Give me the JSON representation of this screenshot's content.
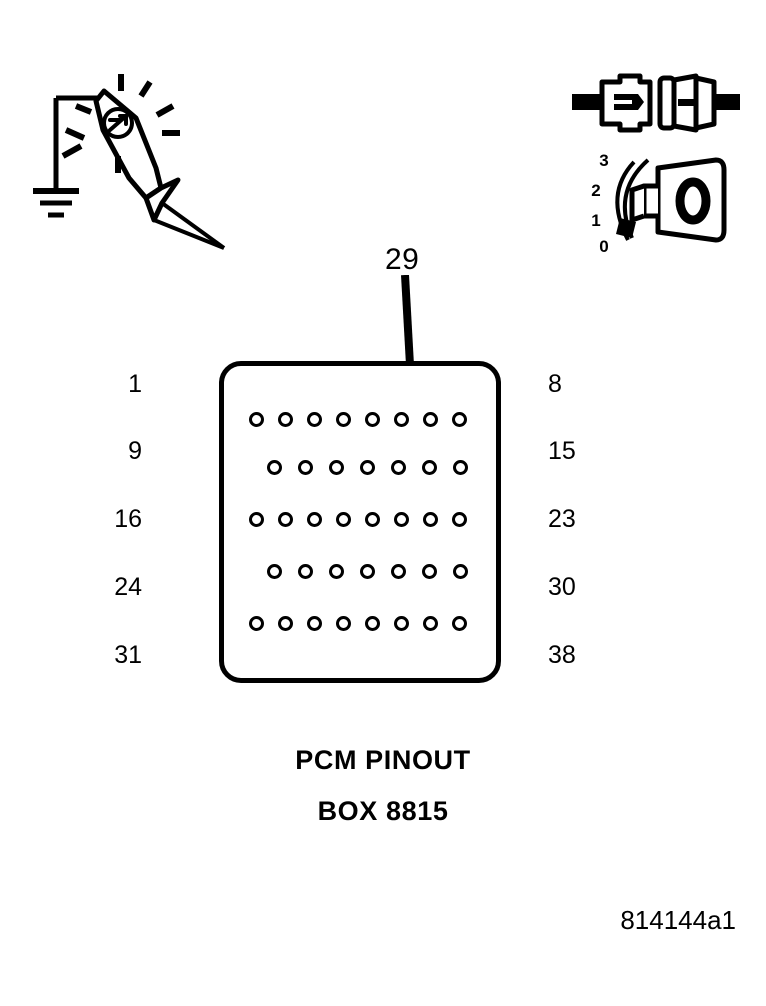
{
  "figure": {
    "id_label": "814144a1",
    "caption_title": "PCM PINOUT",
    "caption_subtitle": "BOX 8815"
  },
  "callout": {
    "pin_number": "29",
    "points_to_row": 4,
    "points_to_index": 6
  },
  "icons": {
    "test_light": "test-light-probe-icon",
    "ground": "ground-symbol-icon",
    "connector_disconnect": "disconnected-connector-icon",
    "key_switch": "ignition-key-switch-icon"
  },
  "key_switch": {
    "positions": [
      "3",
      "2",
      "1",
      "0"
    ],
    "selected": "0"
  },
  "connector": {
    "total_pins": 38,
    "rows": [
      {
        "start_label": "1",
        "end_label": "8",
        "pin_count": 8,
        "offset": false
      },
      {
        "start_label": "9",
        "end_label": "15",
        "pin_count": 7,
        "offset": true
      },
      {
        "start_label": "16",
        "end_label": "23",
        "pin_count": 8,
        "offset": false
      },
      {
        "start_label": "24",
        "end_label": "30",
        "pin_count": 7,
        "offset": true
      },
      {
        "start_label": "31",
        "end_label": "38",
        "pin_count": 8,
        "offset": false
      }
    ]
  },
  "colors": {
    "line": "#000000",
    "background": "#ffffff"
  }
}
